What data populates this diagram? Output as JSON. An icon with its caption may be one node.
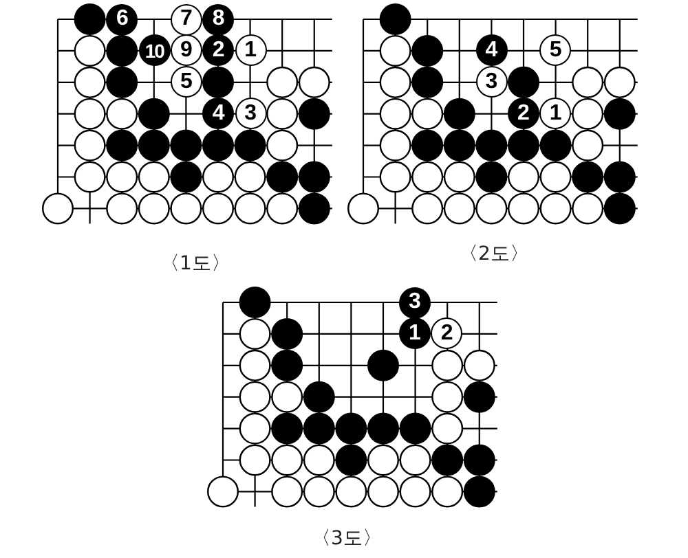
{
  "diagram": {
    "nodes": [
      {
        "text": [
          "〈1도〉"
        ]
      },
      {
        "text": [
          "6"
        ],
        "in": 0
      },
      {
        "text": [
          "7"
        ],
        "in": 0
      },
      {
        "text": [
          "8"
        ],
        "in": 0
      },
      {
        "text": [
          "10"
        ],
        "in": 0
      },
      {
        "text": [
          "9"
        ],
        "in": 0
      },
      {
        "text": [
          "2"
        ],
        "in": 0
      },
      {
        "text": [
          "1"
        ],
        "in": 0
      },
      {
        "text": [
          "5"
        ],
        "in": 0
      },
      {
        "text": [
          "4"
        ],
        "in": 0
      },
      {
        "text": [
          "3"
        ],
        "in": 0
      },
      {
        "text": [
          "〈2도〉"
        ]
      },
      {
        "text": [
          "4"
        ],
        "in": 11
      },
      {
        "text": [
          "5"
        ],
        "in": 11
      },
      {
        "text": [
          "3"
        ],
        "in": 11
      },
      {
        "text": [
          "2"
        ],
        "in": 11
      },
      {
        "text": [
          "1"
        ],
        "in": 11
      },
      {
        "text": [
          "〈3도〉"
        ]
      },
      {
        "text": [
          "3"
        ],
        "in": 17
      },
      {
        "text": [
          "1"
        ],
        "in": 17
      },
      {
        "text": [
          "2"
        ],
        "in": 17
      }
    ]
  }
}
